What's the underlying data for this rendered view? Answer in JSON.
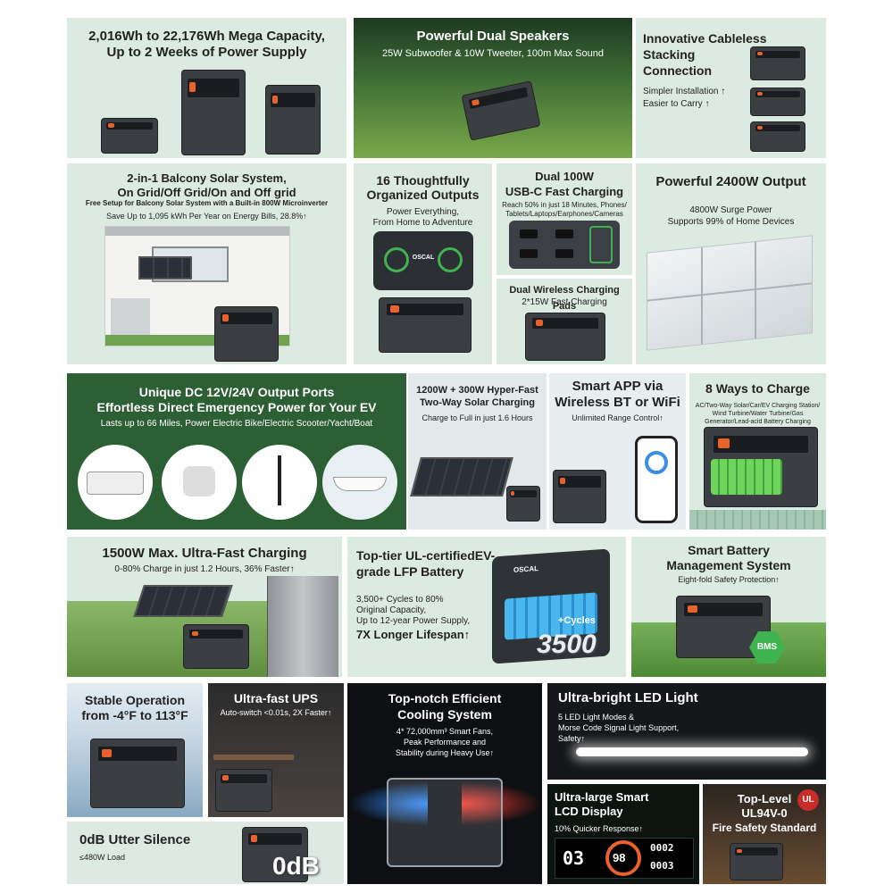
{
  "colors": {
    "mint": "#dcebe2",
    "dark_green": "#2d5f34",
    "accent_green": "#3fb34f",
    "orange": "#e8622c",
    "dark": "#111111"
  },
  "row1": {
    "capacity": {
      "title_line1": "2,016Wh to 22,176Wh Mega Capacity,",
      "title_line2": "Up to 2 Weeks of Power Supply"
    },
    "speakers": {
      "title": "Powerful Dual Speakers",
      "subtitle": "25W Subwoofer & 10W Tweeter, 100m Max Sound"
    },
    "stacking": {
      "title_line1": "Innovative Cableless",
      "title_line2": "Stacking",
      "title_line3": "Connection",
      "line1": "Simpler Installation ↑",
      "line2": "Easier to Carry ↑"
    }
  },
  "row2": {
    "balcony": {
      "title_line1": "2-in-1 Balcony Solar System,",
      "title_line2": "On Grid/Off Grid/On and Off grid",
      "line1": "Free Setup for Balcony Solar System with a Built-in 800W Microinverter",
      "line2": "Save Up to 1,095 kWh Per Year on Energy Bills, 28.8%↑"
    },
    "outputs": {
      "title_line1": "16 Thoughtfully",
      "title_line2": "Organized Outputs",
      "line1": "Power Everything,",
      "line2": "From Home to Adventure",
      "brand": "OSCAL"
    },
    "usbc": {
      "title_line1": "Dual 100W",
      "title_line2": "USB-C Fast Charging",
      "line1": "Reach 50% in just 18 Minutes, Phones/",
      "line2": "Tablets/Laptops/Earphones/Cameras"
    },
    "wireless": {
      "title": "Dual Wireless Charging Pads",
      "subtitle": "2*15W Fast Charging"
    },
    "output2400": {
      "title": "Powerful 2400W Output",
      "line1": "4800W Surge Power",
      "line2": "Supports 99% of Home Devices"
    }
  },
  "row3": {
    "dc": {
      "title_line1": "Unique DC 12V/24V Output Ports",
      "title_line2": "Effortless Direct Emergency Power for Your EV",
      "subtitle": "Lasts up to 66 Miles, Power Electric Bike/Electric Scooter/Yacht/Boat"
    },
    "solar": {
      "title_line1": "1200W + 300W Hyper-Fast",
      "title_line2": "Two-Way Solar Charging",
      "subtitle": "Charge to Full in just 1.6 Hours"
    },
    "app": {
      "title_line1": "Smart APP via",
      "title_line2": "Wireless BT or WiFi",
      "subtitle": "Unlimited Range Control↑"
    },
    "ways": {
      "title": "8 Ways to Charge",
      "line1": "AC/Two-Way Solar/Car/EV Charging Station/",
      "line2": "Wind Turbine/Water Turbine/Gas",
      "line3": "Generator/Lead-acid Battery Charging"
    }
  },
  "row4": {
    "fast": {
      "title": "1500W Max. Ultra-Fast Charging",
      "subtitle": "0-80% Charge in just 1.2 Hours, 36% Faster↑"
    },
    "lfp": {
      "title_line1": "Top-tier UL-certifiedEV-",
      "title_line2": "grade LFP Battery",
      "line1": "3,500+ Cycles to 80%",
      "line2": "Original Capacity,",
      "line3": "Up to 12-year Power Supply,",
      "line4": "7X Longer Lifespan↑",
      "brand": "OSCAL",
      "cycles_label": "+Cycles",
      "cycles_number": "3500"
    },
    "bms": {
      "title_line1": "Smart Battery",
      "title_line2": "Management System",
      "subtitle": "Eight-fold Safety Protection↑",
      "badge": "BMS"
    }
  },
  "row5": {
    "stable": {
      "title_line1": "Stable Operation",
      "title_line2": "from -4°F to 113°F"
    },
    "ups": {
      "title": "Ultra-fast UPS",
      "subtitle": "Auto-switch <0.01s, 2X Faster↑"
    },
    "cooling": {
      "title_line1": "Top-notch Efficient",
      "title_line2": "Cooling System",
      "line1": "4* 72,000mm³ Smart Fans,",
      "line2": "Peak Performance and",
      "line3": "Stability during Heavy Use↑"
    },
    "led": {
      "title": "Ultra-bright LED Light",
      "line1": "5 LED Light Modes &",
      "line2": "Morse Code Signal Light Support,",
      "line3": "Safety↑"
    },
    "silence": {
      "title": "0dB Utter Silence",
      "subtitle": "≤480W Load",
      "big": "0dB"
    },
    "lcd": {
      "title_line1": "Ultra-large Smart",
      "title_line2": "LCD Display",
      "subtitle": "10% Quicker Response↑",
      "d1": "03",
      "d2": "98",
      "d3": "0002",
      "d4": "0003"
    },
    "fire": {
      "title_line1": "Top-Level",
      "title_line2": "UL94V-0",
      "title_line3": "Fire Safety Standard",
      "badge": "UL"
    }
  }
}
